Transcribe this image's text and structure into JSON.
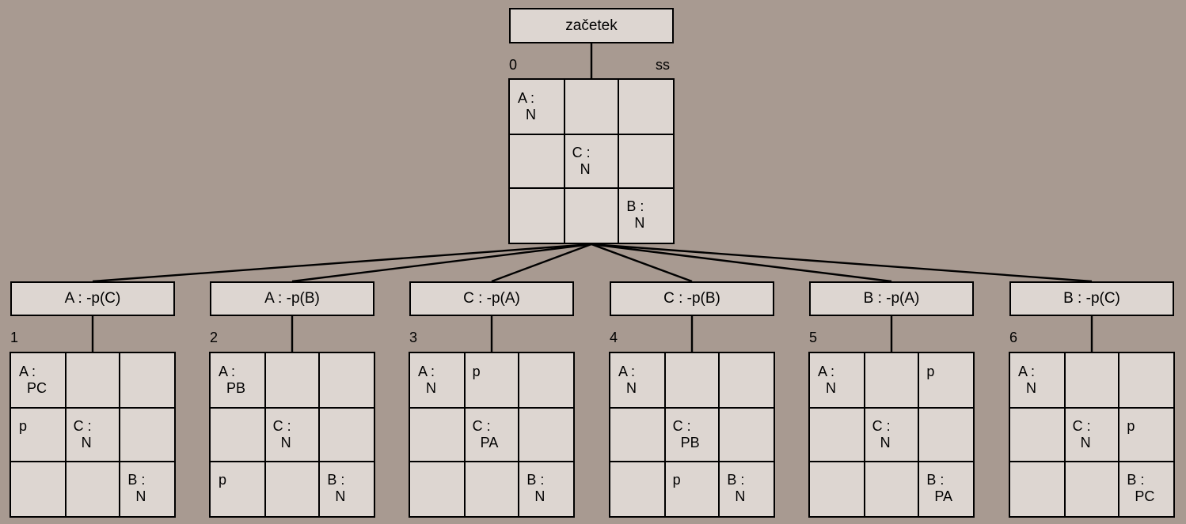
{
  "root": {
    "label": "začetek",
    "state_number": "0",
    "tag": "ss",
    "grid": [
      [
        [
          "A :",
          "N"
        ],
        [
          "",
          ""
        ],
        [
          "",
          ""
        ]
      ],
      [
        [
          "",
          ""
        ],
        [
          "C :",
          "N"
        ],
        [
          "",
          ""
        ]
      ],
      [
        [
          "",
          ""
        ],
        [
          "",
          ""
        ],
        [
          "B :",
          "N"
        ]
      ]
    ]
  },
  "children": [
    {
      "label": "A : -p(C)",
      "state_number": "1",
      "grid": [
        [
          [
            "A :",
            "PC"
          ],
          [
            "",
            ""
          ],
          [
            "",
            ""
          ]
        ],
        [
          [
            "p",
            ""
          ],
          [
            "C :",
            "N"
          ],
          [
            "",
            ""
          ]
        ],
        [
          [
            "",
            ""
          ],
          [
            "",
            ""
          ],
          [
            "B :",
            "N"
          ]
        ]
      ]
    },
    {
      "label": "A : -p(B)",
      "state_number": "2",
      "grid": [
        [
          [
            "A :",
            "PB"
          ],
          [
            "",
            ""
          ],
          [
            "",
            ""
          ]
        ],
        [
          [
            "",
            ""
          ],
          [
            "C :",
            "N"
          ],
          [
            "",
            ""
          ]
        ],
        [
          [
            "p",
            ""
          ],
          [
            "",
            ""
          ],
          [
            "B :",
            "N"
          ]
        ]
      ]
    },
    {
      "label": "C : -p(A)",
      "state_number": "3",
      "grid": [
        [
          [
            "A :",
            "N"
          ],
          [
            "p",
            ""
          ],
          [
            "",
            ""
          ]
        ],
        [
          [
            "",
            ""
          ],
          [
            "C :",
            "PA"
          ],
          [
            "",
            ""
          ]
        ],
        [
          [
            "",
            ""
          ],
          [
            "",
            ""
          ],
          [
            "B :",
            "N"
          ]
        ]
      ]
    },
    {
      "label": "C : -p(B)",
      "state_number": "4",
      "grid": [
        [
          [
            "A :",
            "N"
          ],
          [
            "",
            ""
          ],
          [
            "",
            ""
          ]
        ],
        [
          [
            "",
            ""
          ],
          [
            "C :",
            "PB"
          ],
          [
            "",
            ""
          ]
        ],
        [
          [
            "",
            ""
          ],
          [
            "p",
            ""
          ],
          [
            "B :",
            "N"
          ]
        ]
      ]
    },
    {
      "label": "B : -p(A)",
      "state_number": "5",
      "grid": [
        [
          [
            "A :",
            "N"
          ],
          [
            "",
            ""
          ],
          [
            "p",
            ""
          ]
        ],
        [
          [
            "",
            ""
          ],
          [
            "C :",
            "N"
          ],
          [
            "",
            ""
          ]
        ],
        [
          [
            "",
            ""
          ],
          [
            "",
            ""
          ],
          [
            "B :",
            "PA"
          ]
        ]
      ]
    },
    {
      "label": "B : -p(C)",
      "state_number": "6",
      "grid": [
        [
          [
            "A :",
            "N"
          ],
          [
            "",
            ""
          ],
          [
            "",
            ""
          ]
        ],
        [
          [
            "",
            ""
          ],
          [
            "C :",
            "N"
          ],
          [
            "p",
            ""
          ]
        ],
        [
          [
            "",
            ""
          ],
          [
            "",
            ""
          ],
          [
            "B :",
            "PC"
          ]
        ]
      ]
    }
  ]
}
